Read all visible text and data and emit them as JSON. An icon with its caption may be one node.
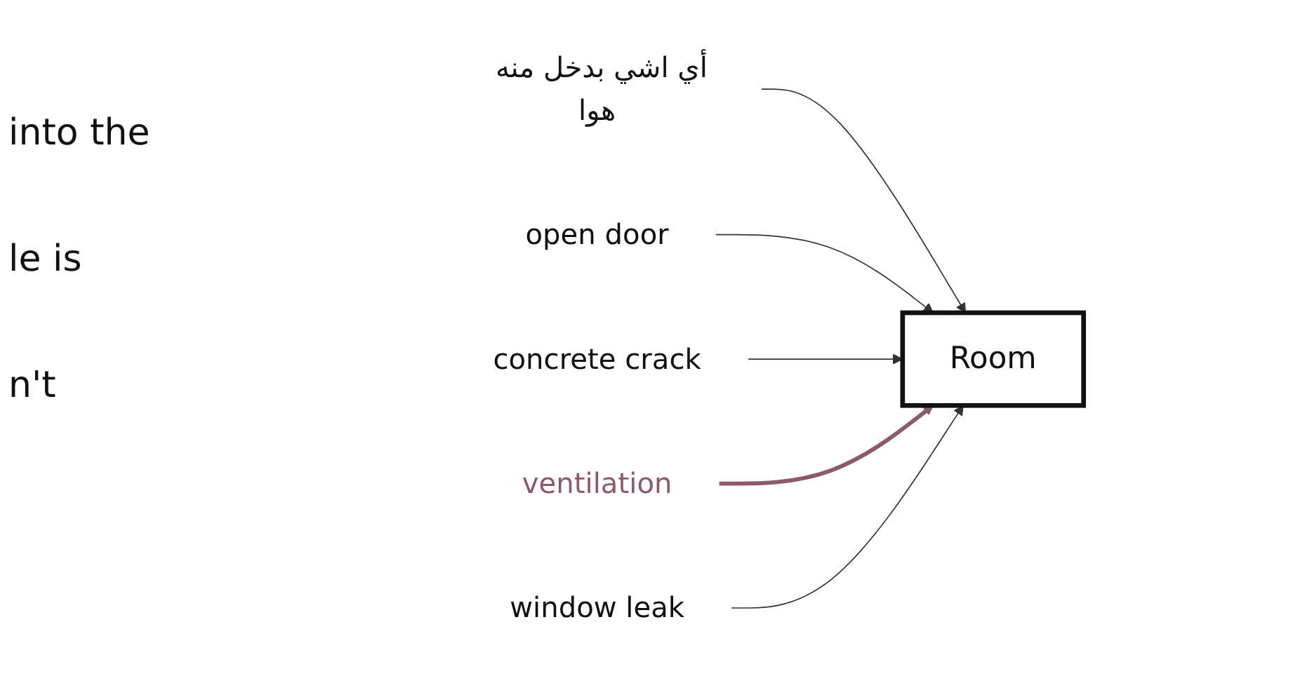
{
  "diagram": {
    "nodes": [
      {
        "text": [
          "Room"
        ]
      },
      {
        "text": [
          "أي اشي بدخل منه هوا"
        ]
      },
      {
        "text": [
          "open door"
        ]
      },
      {
        "text": [
          "concrete crack"
        ]
      },
      {
        "text": [
          "ventilation"
        ]
      },
      {
        "text": [
          "window leak"
        ]
      }
    ],
    "edges": [
      {
        "from": 1,
        "to": 0,
        "arrow": "to"
      },
      {
        "from": 2,
        "to": 0,
        "arrow": "to"
      },
      {
        "from": 3,
        "to": 0,
        "arrow": "to"
      },
      {
        "from": 4,
        "to": 0,
        "arrow": "to",
        "style": "thick",
        "color": "#8b5a6b"
      },
      {
        "from": 5,
        "to": 0,
        "arrow": "to"
      }
    ],
    "labels": [
      "into the",
      "le is",
      "n't"
    ]
  }
}
